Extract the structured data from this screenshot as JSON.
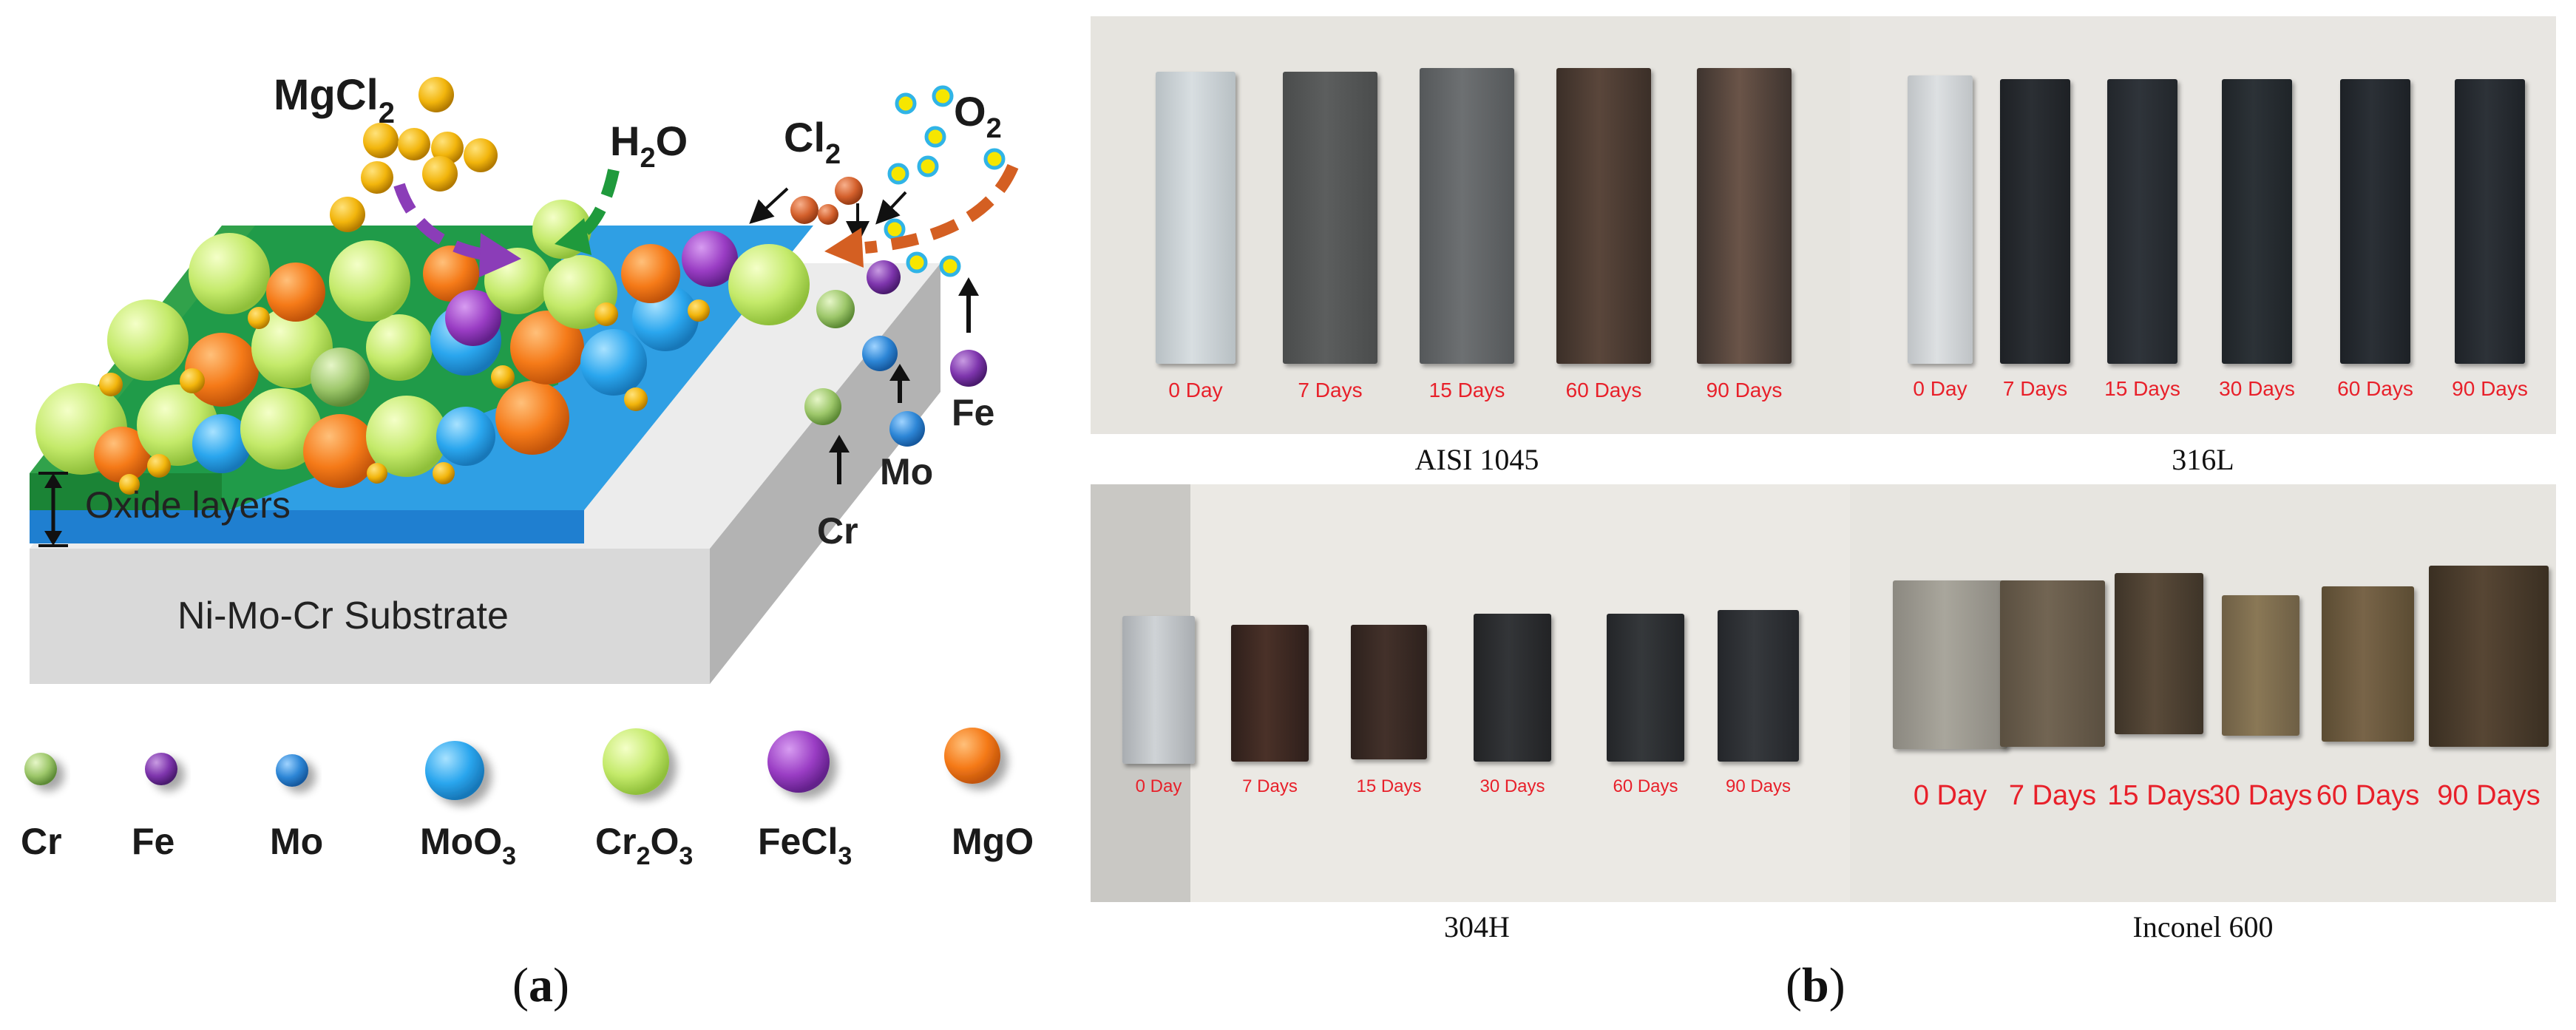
{
  "panel_a": {
    "caption_label": "a",
    "substrate_label": "Ni-Mo-Cr Substrate",
    "oxide_label": "Oxide layers",
    "species": {
      "mgcl2": [
        "MgCl",
        "2"
      ],
      "h2o": [
        "H",
        "2",
        "O"
      ],
      "cl2": [
        "Cl",
        "2"
      ],
      "o2": [
        "O",
        "2"
      ],
      "cr": "Cr",
      "mo": "Mo",
      "fe": "Fe"
    },
    "legend": [
      {
        "label": "Cr",
        "color": "#9fc96a"
      },
      {
        "label": "Fe",
        "color": "#8a3fb5"
      },
      {
        "label": "Mo",
        "color": "#2f8ed8"
      },
      {
        "label": "MoO",
        "sub": "3",
        "color": "#29a8ee"
      },
      {
        "label": "Cr",
        "sub": "2",
        "label2": "O",
        "sub2": "3",
        "color": "#c9ec70"
      },
      {
        "label": "FeCl",
        "sub": "3",
        "color": "#9b3cc3"
      },
      {
        "label": "MgO",
        "color": "#f27b1a"
      }
    ]
  },
  "panel_b": {
    "caption_label": "b",
    "photos": [
      {
        "title": "AISI 1045",
        "days": [
          "0 Day",
          "7 Days",
          "15 Days",
          "60 Days",
          "90 Days"
        ]
      },
      {
        "title": "316L",
        "days": [
          "0 Day",
          "7 Days",
          "15 Days",
          "30 Days",
          "60 Days",
          "90 Days"
        ]
      },
      {
        "title": "304H",
        "days": [
          "0 Day",
          "7 Days",
          "15 Days",
          "30 Days",
          "60 Days",
          "90 Days"
        ]
      },
      {
        "title": "Inconel 600",
        "days": [
          "0 Day",
          "7 Days",
          "15 Days",
          "30 Days",
          "60 Days",
          "90 Days"
        ]
      }
    ]
  }
}
